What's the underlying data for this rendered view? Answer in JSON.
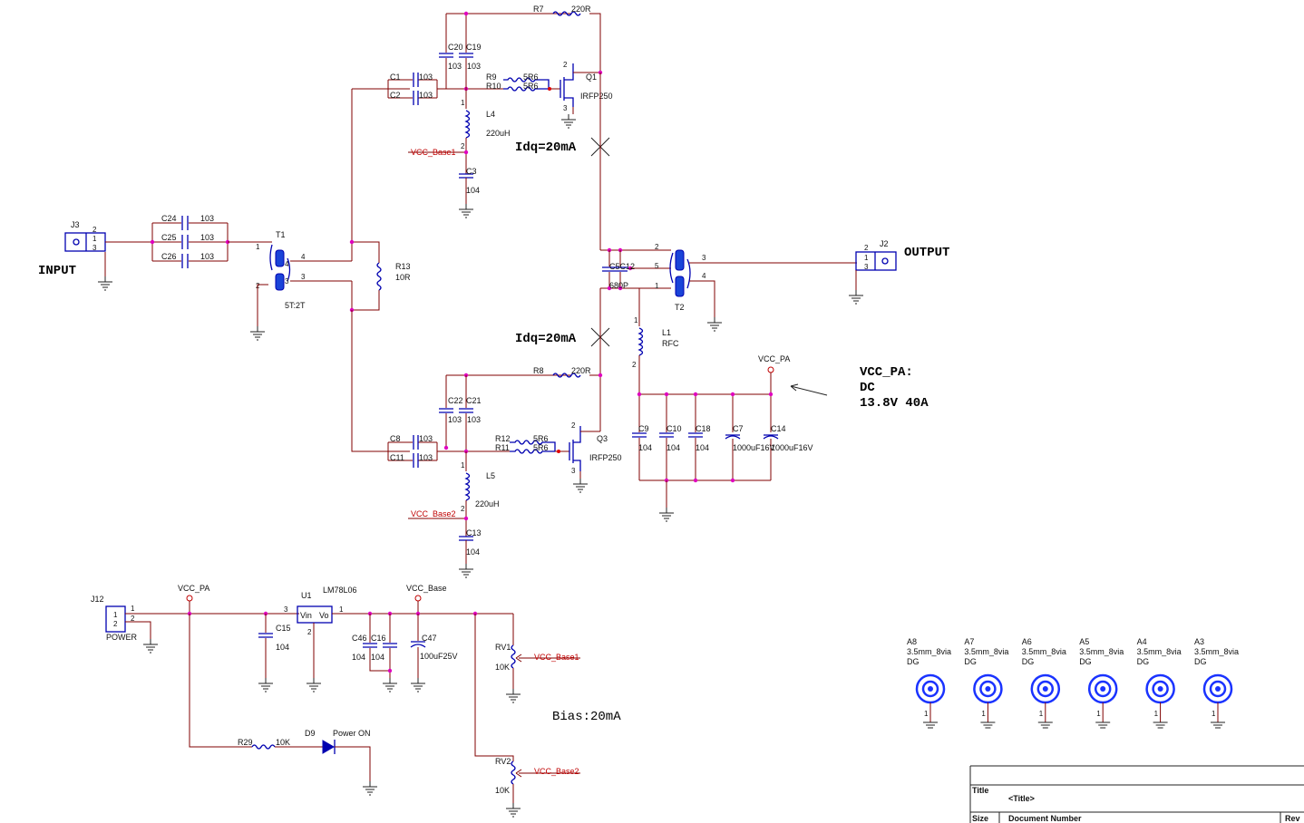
{
  "labels": {
    "input": "INPUT",
    "output": "OUTPUT",
    "idq_top": "Idq=20mA",
    "idq_bottom": "Idq=20mA",
    "vcc_note_1": "VCC_PA:",
    "vcc_note_2": "DC",
    "vcc_note_3": "13.8V 40A",
    "bias": "Bias:20mA",
    "title_label": "Title",
    "title_value": "<Title>",
    "size_label": "Size",
    "docnum_label": "Document Number",
    "rev_label": "Rev"
  },
  "nets": {
    "vcc_base1": "VCC_Base1",
    "vcc_base2": "VCC_Base2",
    "vcc_pa": "VCC_PA",
    "vcc_base": "VCC_Base"
  },
  "parts": {
    "J3": {
      "ref": "J3"
    },
    "J2": {
      "ref": "J2"
    },
    "J12": {
      "ref": "J12",
      "value": "POWER"
    },
    "T1": {
      "ref": "T1",
      "value": "5T:2T"
    },
    "T2": {
      "ref": "T2"
    },
    "R7": {
      "ref": "R7",
      "value": "220R"
    },
    "R8": {
      "ref": "R8",
      "value": "220R"
    },
    "R9": {
      "ref": "R9",
      "value": "5R6"
    },
    "R10": {
      "ref": "R10",
      "value": "5R6"
    },
    "R11": {
      "ref": "R11",
      "value": "5R6"
    },
    "R12": {
      "ref": "R12",
      "value": "5R6"
    },
    "R13": {
      "ref": "R13",
      "value": "10R"
    },
    "R29": {
      "ref": "R29",
      "value": "10K"
    },
    "C1": {
      "ref": "C1",
      "value": "103"
    },
    "C2": {
      "ref": "C2",
      "value": "103"
    },
    "C3": {
      "ref": "C3",
      "value": "104"
    },
    "C8": {
      "ref": "C8",
      "value": "103"
    },
    "C11": {
      "ref": "C11",
      "value": "103"
    },
    "C13": {
      "ref": "C13",
      "value": "104"
    },
    "C19": {
      "ref": "C19",
      "value": "103"
    },
    "C20": {
      "ref": "C20",
      "value": "103"
    },
    "C21": {
      "ref": "C21",
      "value": "103"
    },
    "C22": {
      "ref": "C22",
      "value": "103"
    },
    "C24": {
      "ref": "C24",
      "value": "103"
    },
    "C25": {
      "ref": "C25",
      "value": "103"
    },
    "C26": {
      "ref": "C26",
      "value": "103"
    },
    "C5C12": {
      "ref": "C5C12",
      "value": "680P"
    },
    "C9": {
      "ref": "C9",
      "value": "104"
    },
    "C10": {
      "ref": "C10",
      "value": "104"
    },
    "C18": {
      "ref": "C18",
      "value": "104"
    },
    "C7": {
      "ref": "C7",
      "value": "1000uF16V"
    },
    "C14": {
      "ref": "C14",
      "value": "1000uF16V"
    },
    "C15": {
      "ref": "C15",
      "value": "104"
    },
    "C46": {
      "ref": "C46",
      "value": "104"
    },
    "C16": {
      "ref": "C16",
      "value": "104"
    },
    "C47": {
      "ref": "C47",
      "value": "100uF25V"
    },
    "L1": {
      "ref": "L1",
      "value": "RFC"
    },
    "L4": {
      "ref": "L4",
      "value": "220uH"
    },
    "L5": {
      "ref": "L5",
      "value": "220uH"
    },
    "Q1": {
      "ref": "Q1",
      "value": "IRFP250"
    },
    "Q3": {
      "ref": "Q3",
      "value": "IRFP250"
    },
    "U1": {
      "ref": "U1",
      "value": "LM78L06",
      "pin_in": "Vin",
      "pin_out": "Vo"
    },
    "D9": {
      "ref": "D9",
      "value": "Power ON"
    },
    "RV1": {
      "ref": "RV1",
      "value": "10K"
    },
    "RV2": {
      "ref": "RV2",
      "value": "10K"
    }
  },
  "mount_holes": [
    {
      "ref": "A8",
      "value": "3.5mm_8via",
      "sub": "DG"
    },
    {
      "ref": "A7",
      "value": "3.5mm_8via",
      "sub": "DG"
    },
    {
      "ref": "A6",
      "value": "3.5mm_8via",
      "sub": "DG"
    },
    {
      "ref": "A5",
      "value": "3.5mm_8via",
      "sub": "DG"
    },
    {
      "ref": "A4",
      "value": "3.5mm_8via",
      "sub": "DG"
    },
    {
      "ref": "A3",
      "value": "3.5mm_8via",
      "sub": "DG"
    }
  ]
}
